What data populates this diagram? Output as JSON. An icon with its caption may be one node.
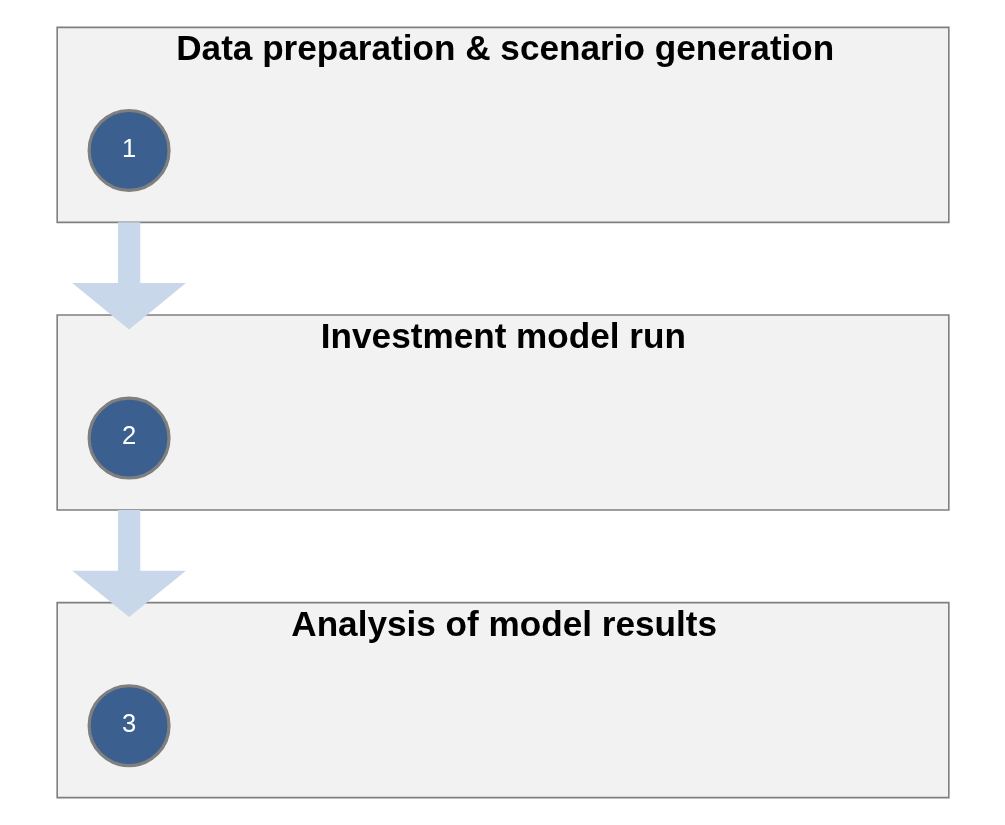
{
  "diagram": {
    "nodes": [
      {
        "text": [
          "Data preparation & scenario generation"
        ]
      },
      {
        "text": [
          "1"
        ],
        "in": 0
      },
      {
        "text": [
          "Investment model run"
        ]
      },
      {
        "text": [
          "2"
        ],
        "in": 2
      },
      {
        "text": [
          "Analysis of model results"
        ]
      },
      {
        "text": [
          "3"
        ],
        "in": 4
      }
    ],
    "edges": [
      {
        "from": 0,
        "to": 2,
        "arrow": "to"
      },
      {
        "from": 2,
        "to": 4,
        "arrow": "to"
      }
    ]
  }
}
